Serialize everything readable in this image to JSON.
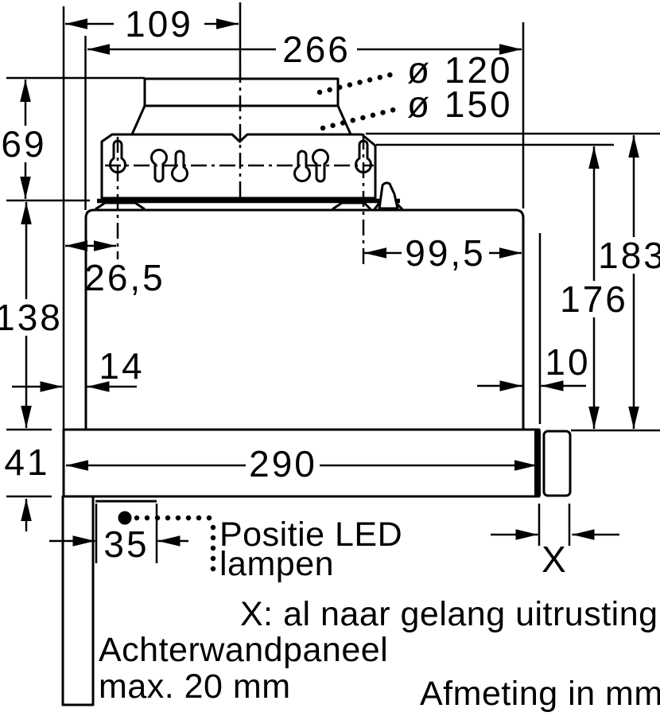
{
  "drawing": {
    "dimensions": {
      "top_offset": "109",
      "body_width_top": "266",
      "duct_small": "ø 120",
      "duct_large": "ø 150",
      "duct_height": "69",
      "keyhole_offset_left": "26,5",
      "keyhole_offset_right": "99,5",
      "height_total": "183",
      "height_inner": "176",
      "body_height": "138",
      "front_gap": "14",
      "rear_gap": "10",
      "bottom_height": "41",
      "bottom_width": "290",
      "led_offset": "35",
      "variable_width": "X"
    },
    "notes": {
      "led_line1": "Positie LED",
      "led_line2": "lampen",
      "x_note": "X: al naar gelang uitrusting",
      "back_panel_line1": "Achterwandpaneel",
      "back_panel_line2": "max. 20 mm",
      "units_note": "Afmeting in mm"
    },
    "colors": {
      "line": "#000000",
      "background": "#ffffff"
    }
  }
}
